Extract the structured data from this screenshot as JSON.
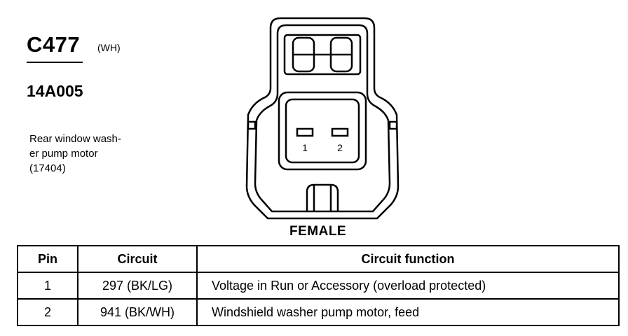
{
  "connector": {
    "id": "C477",
    "color": "(WH)",
    "part_number": "14A005",
    "description_lines": [
      "Rear window wash-",
      "er pump motor",
      "(17404)"
    ],
    "gender": "FEMALE",
    "pin_labels": [
      "1",
      "2"
    ]
  },
  "pin_table": {
    "headers": [
      "Pin",
      "Circuit",
      "Circuit function"
    ],
    "rows": [
      {
        "pin": "1",
        "circuit": "297 (BK/LG)",
        "function": "Voltage in Run or Accessory (overload protected)"
      },
      {
        "pin": "2",
        "circuit": "941 (BK/WH)",
        "function": "Windshield washer pump motor, feed"
      }
    ]
  }
}
